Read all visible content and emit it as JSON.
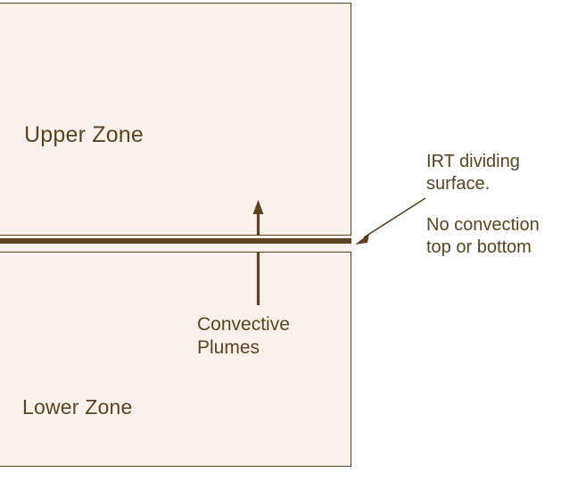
{
  "diagram": {
    "title": "Two-zone convection model with IRT dividing surface",
    "colors": {
      "stroke": "#5c4420",
      "fill": "#faf1ec",
      "page_background": "#ffffff"
    },
    "zones": {
      "upper_label": "Upper Zone",
      "lower_label": "Lower Zone"
    },
    "divider": {
      "name": "IRT dividing surface",
      "style": "thick solid band with thin hairlines above and below"
    },
    "plume": {
      "label_line1": "Convective",
      "label_line2": "Plumes",
      "arrow_direction": "up"
    },
    "annotations": {
      "note1_line1": "IRT dividing",
      "note1_line2": "surface.",
      "note2_line1": "No convection",
      "note2_line2": "top or bottom"
    }
  }
}
